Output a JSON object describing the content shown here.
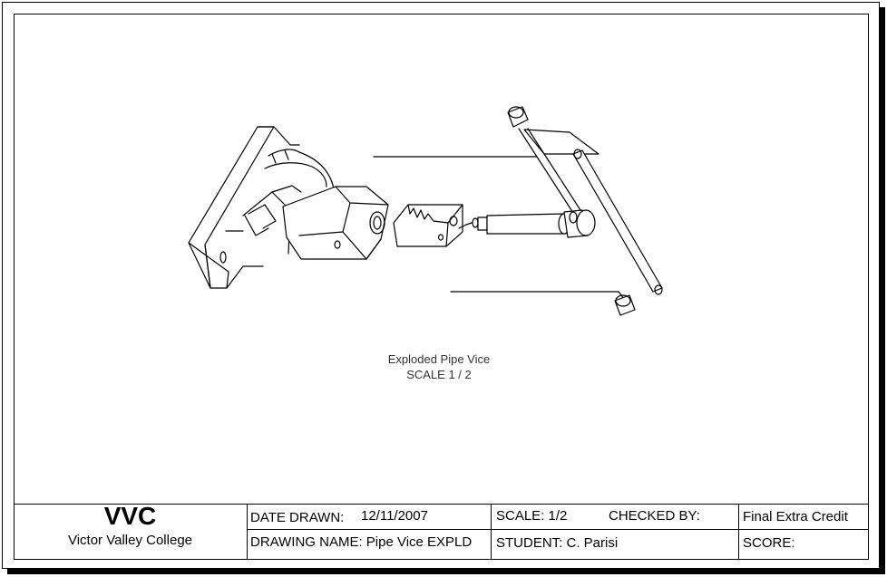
{
  "drawing": {
    "caption_title": "Exploded Pipe Vice",
    "caption_scale": "SCALE 1 / 2"
  },
  "title_block": {
    "school_code": "VVC",
    "school_name": "Victor Valley College",
    "date_label": "DATE DRAWN:",
    "date_value": "12/11/2007",
    "scale_label": "SCALE: 1/2",
    "checked_label": "CHECKED BY:",
    "assignment": "Final Extra Credit",
    "drawing_name_label": "DRAWING NAME: Pipe Vice EXPLD",
    "student_label": "STUDENT: C. Parisi",
    "score_label": "SCORE:"
  }
}
